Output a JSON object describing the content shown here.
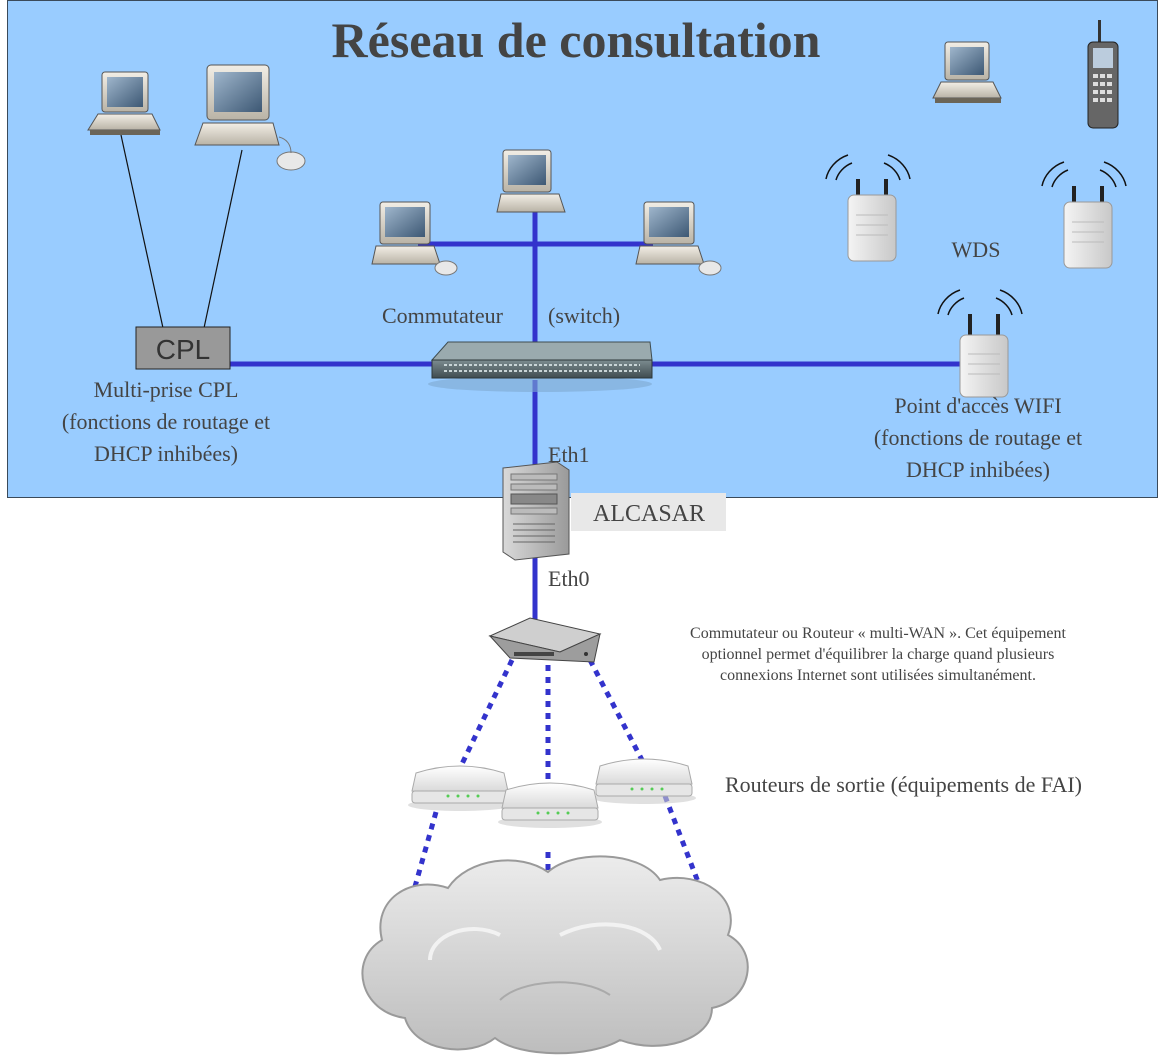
{
  "title": "Réseau de consultation",
  "colors": {
    "zone_fill": "#99ccff",
    "zone_border": "#3a4a5a",
    "link": "#3333cc",
    "cpl_box": "#999999",
    "alcasar_box": "#e8e8e8",
    "text": "#444444"
  },
  "labels": {
    "cpl_box": "CPL",
    "cpl_caption": [
      "Multi-prise CPL",
      "(fonctions de routage et",
      "DHCP inhibées)"
    ],
    "switch_caption": "Commutateur",
    "switch_caption_en": "(switch)",
    "wds": "WDS",
    "ap_caption": [
      "Point d'accès WIFI",
      "(fonctions de routage et",
      "DHCP inhibées)"
    ],
    "eth1": "Eth1",
    "alcasar": "ALCASAR",
    "eth0": "Eth0",
    "multiwan_note": [
      "Commutateur ou Routeur « multi-WAN ». Cet équipement",
      "optionnel permet d'équilibrer la charge quand plusieurs",
      "connexions Internet sont utilisées simultanément."
    ],
    "exit_routers": "Routeurs de sortie (équipements de FAI)"
  },
  "icons": {
    "laptop": "laptop-icon",
    "desktop": "desktop-computer-icon",
    "phone": "mobile-phone-icon",
    "access_point": "wifi-access-point-icon",
    "switch": "network-switch-icon",
    "server": "server-tower-icon",
    "router": "router-icon",
    "cloud": "internet-cloud-icon"
  }
}
